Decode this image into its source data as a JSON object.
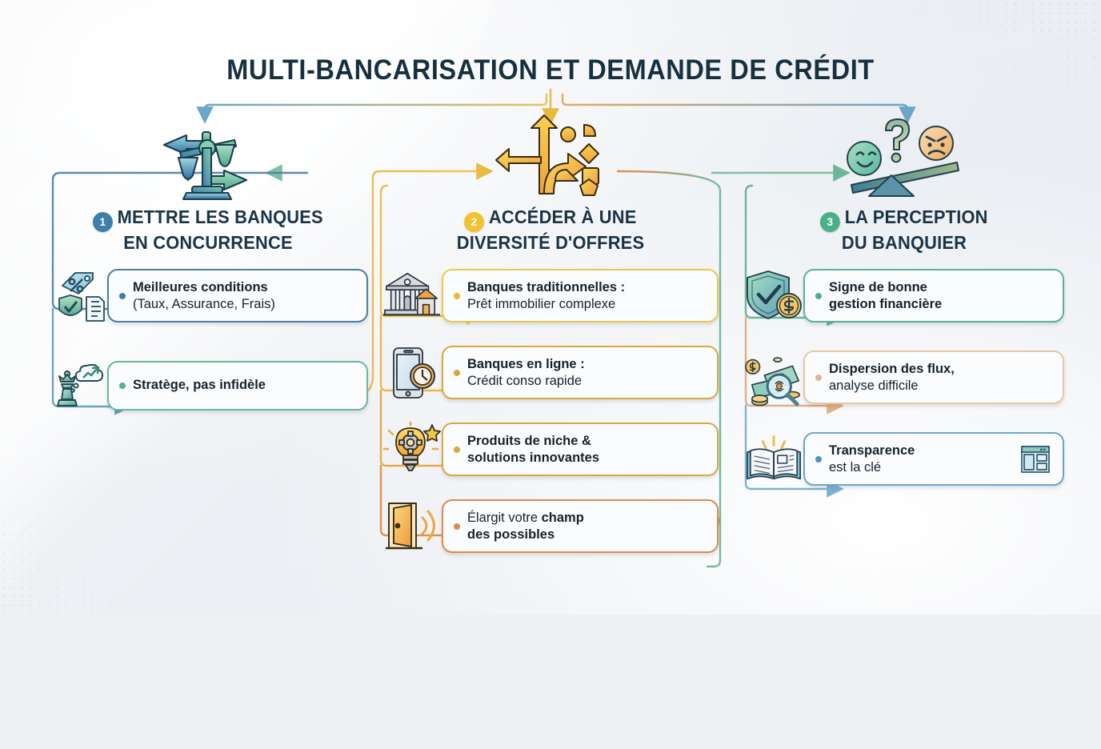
{
  "title": "MULTI-BANCARISATION ET DEMANDE DE CRÉDIT",
  "colors": {
    "title": "#17303f",
    "blue": "#3d7fa6",
    "yellow": "#f2c230",
    "green": "#49b08a",
    "orange": "#e0894a",
    "background": "#eef1f4"
  },
  "columns": [
    {
      "number": "1",
      "icon": "balance-scale-icon",
      "heading_line1": "METTRE LES BANQUES",
      "heading_line2": "EN CONCURRENCE",
      "items": [
        {
          "icon": "price-tag-shield-documents-icon",
          "bold": "Meilleures conditions",
          "sub": "(Taux, Assurance, Frais)",
          "border": "bd-blue",
          "dot": "dt-blue"
        },
        {
          "icon": "chess-queen-thought-icon",
          "bold": "Stratège, pas infidèle",
          "sub": "",
          "border": "bd-green",
          "dot": "dt-green"
        }
      ]
    },
    {
      "number": "2",
      "icon": "branching-arrows-icon",
      "heading_line1": "ACCÉDER À UNE",
      "heading_line2": "DIVERSITÉ D'OFFRES",
      "items": [
        {
          "icon": "bank-building-house-icon",
          "bold": "Banques traditionnelles :",
          "sub": "Prêt immobilier complexe",
          "border": "bd-yellow",
          "dot": "dt-yellow"
        },
        {
          "icon": "smartphone-clock-icon",
          "bold": "Banques en ligne :",
          "sub": "Crédit conso rapide",
          "border": "bd-gold",
          "dot": "dt-gold"
        },
        {
          "icon": "lightbulb-gear-star-icon",
          "bold": "Produits de niche &",
          "sub": "solutions innovantes",
          "bold_second_line": true,
          "border": "bd-gold",
          "dot": "dt-gold"
        },
        {
          "icon": "open-door-waves-icon",
          "prefix": "Élargit votre ",
          "bold": "champ",
          "sub": "des possibles",
          "bold_second_line": true,
          "border": "bd-orange",
          "dot": "dt-orange"
        }
      ]
    },
    {
      "number": "3",
      "icon": "seesaw-faces-question-icon",
      "heading_line1": "LA PERCEPTION",
      "heading_line2": "DU BANQUIER",
      "items": [
        {
          "icon": "shield-check-coin-icon",
          "bold": "Signe de bonne",
          "sub": "gestion financière",
          "bold_second_line": true,
          "border": "bd-teal",
          "dot": "dt-teal"
        },
        {
          "icon": "banknotes-magnifier-icon",
          "bold": "Dispersion des flux,",
          "sub": "analyse difficile",
          "border": "bd-peach",
          "dot": "dt-peach"
        },
        {
          "icon": "open-book-rays-icon",
          "bold": "Transparence",
          "sub": "est la clé",
          "border": "bd-sky",
          "dot": "dt-sky",
          "inline_icon": "window-layout-icon"
        }
      ]
    }
  ]
}
